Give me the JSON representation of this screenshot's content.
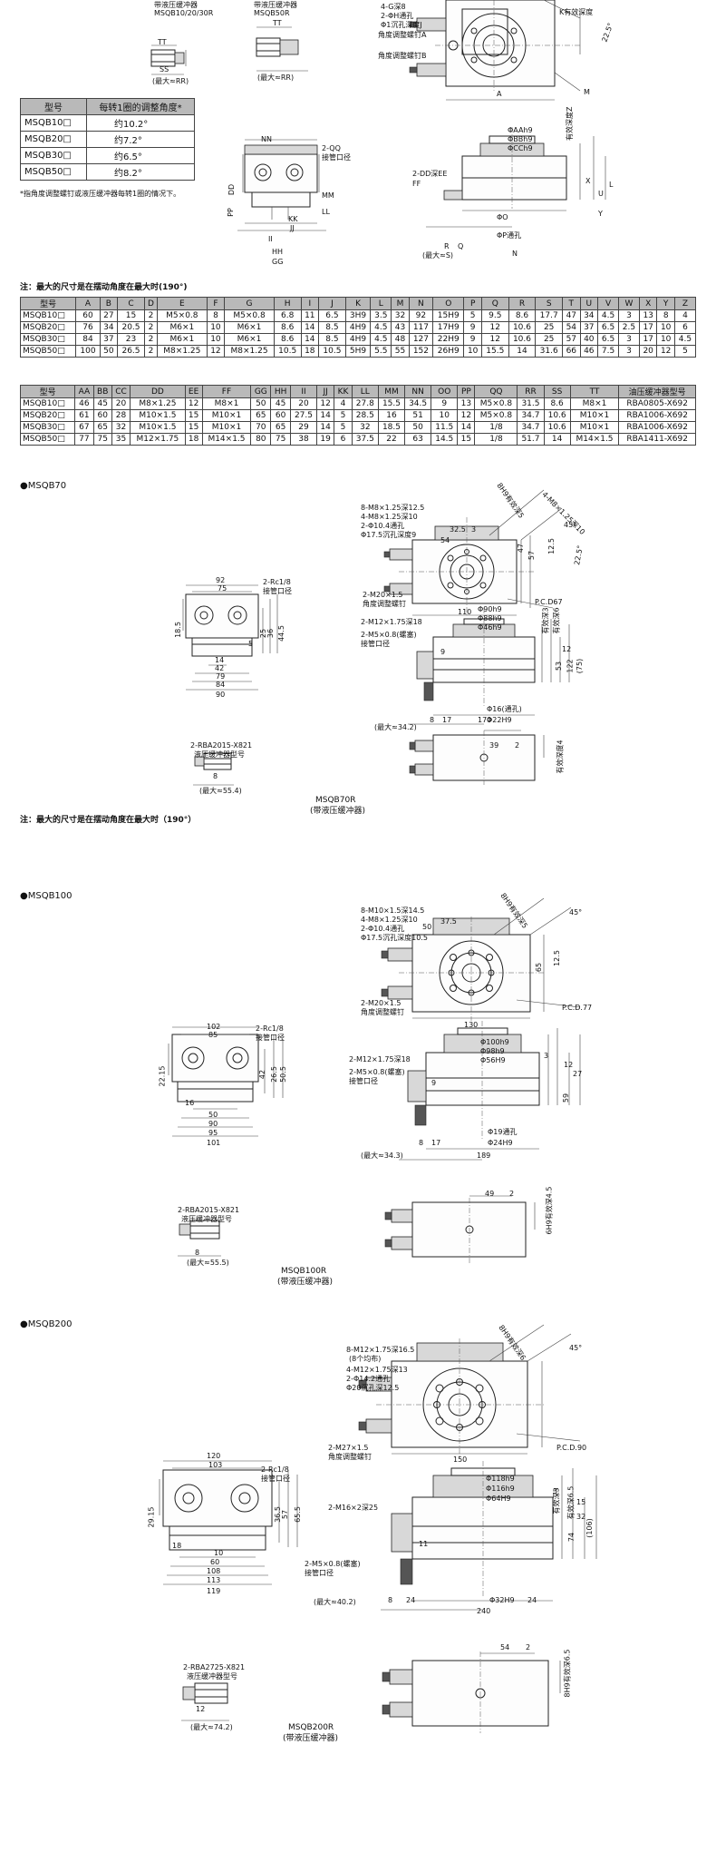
{
  "top": {
    "label_left_1": "带液压缓冲器",
    "label_left_2": "MSQB10/20/30R",
    "label_mid_1": "带液压缓冲器",
    "label_mid_2": "MSQB50R",
    "tt_left": "TT",
    "tt_mid": "TT",
    "max_rr_left": "(最大≈RR)",
    "max_rr_mid": "(最大≈RR)",
    "ss": "SS",
    "k_label": "K有效深度",
    "dia_h": "2-ΦH通孔",
    "dia_i": "Φ1沉孔深度J",
    "adj_bolt": "角度调整螺钉A",
    "adj_bolt2": "角度调整螺钉B",
    "angle": "22.5°",
    "dim_a": "A",
    "dim_m": "M",
    "dim_g": "4-G深8"
  },
  "adjust_table": {
    "headers": [
      "型号",
      "每转1圈的调整角度*"
    ],
    "rows": [
      [
        "MSQB10□",
        "约10.2°"
      ],
      [
        "MSQB20□",
        "约7.2°"
      ],
      [
        "MSQB30□",
        "约6.5°"
      ],
      [
        "MSQB50□",
        "约8.2°"
      ]
    ],
    "note": "*指角度调整螺钉或液压缓冲器每转1圈的情况下。"
  },
  "mid_drawing": {
    "nn": "NN",
    "qq": "2-QQ",
    "pipe": "接管口径",
    "mm": "MM",
    "ll": "LL",
    "kk": "KK",
    "jj": "JJ",
    "ii": "II",
    "hh": "HH",
    "gg": "GG",
    "dd": "DD",
    "pp": "PP",
    "aa": "ΦAAh9",
    "bb": "ΦBBh9",
    "cc": "ΦCCh9",
    "dd_depth": "2-DD深EE",
    "ff": "FF",
    "o": "ΦO",
    "p": "ΦP通孔",
    "r": "R",
    "q": "Q",
    "n": "N",
    "s": "(最大≈S)",
    "valid_depth": "有效深度Z",
    "x": "X",
    "u": "U",
    "l": "L",
    "y": "Y"
  },
  "note1": "注：最大的尺寸是在摆动角度在最大时(190°)",
  "table1": {
    "headers": [
      "型号",
      "A",
      "B",
      "C",
      "D",
      "E",
      "F",
      "G",
      "H",
      "I",
      "J",
      "K",
      "L",
      "M",
      "N",
      "O",
      "P",
      "Q",
      "R",
      "S",
      "T",
      "U",
      "V",
      "W",
      "X",
      "Y",
      "Z"
    ],
    "rows": [
      [
        "MSQB10□",
        "60",
        "27",
        "15",
        "2",
        "M5×0.8",
        "8",
        "M5×0.8",
        "6.8",
        "11",
        "6.5",
        "3H9",
        "3.5",
        "32",
        "92",
        "15H9",
        "5",
        "9.5",
        "8.6",
        "17.7",
        "47",
        "34",
        "4.5",
        "3",
        "13",
        "8",
        "4"
      ],
      [
        "MSQB20□",
        "76",
        "34",
        "20.5",
        "2",
        "M6×1",
        "10",
        "M6×1",
        "8.6",
        "14",
        "8.5",
        "4H9",
        "4.5",
        "43",
        "117",
        "17H9",
        "9",
        "12",
        "10.6",
        "25",
        "54",
        "37",
        "6.5",
        "2.5",
        "17",
        "10",
        "6"
      ],
      [
        "MSQB30□",
        "84",
        "37",
        "23",
        "2",
        "M6×1",
        "10",
        "M6×1",
        "8.6",
        "14",
        "8.5",
        "4H9",
        "4.5",
        "48",
        "127",
        "22H9",
        "9",
        "12",
        "10.6",
        "25",
        "57",
        "40",
        "6.5",
        "3",
        "17",
        "10",
        "4.5"
      ],
      [
        "MSQB50□",
        "100",
        "50",
        "26.5",
        "2",
        "M8×1.25",
        "12",
        "M8×1.25",
        "10.5",
        "18",
        "10.5",
        "5H9",
        "5.5",
        "55",
        "152",
        "26H9",
        "10",
        "15.5",
        "14",
        "31.6",
        "66",
        "46",
        "7.5",
        "3",
        "20",
        "12",
        "5"
      ]
    ]
  },
  "table2": {
    "headers": [
      "型号",
      "AA",
      "BB",
      "CC",
      "DD",
      "EE",
      "FF",
      "GG",
      "HH",
      "II",
      "JJ",
      "KK",
      "LL",
      "MM",
      "NN",
      "OO",
      "PP",
      "QQ",
      "RR",
      "SS",
      "TT",
      "油压缓冲器型号"
    ],
    "rows": [
      [
        "MSQB10□",
        "46",
        "45",
        "20",
        "M8×1.25",
        "12",
        "M8×1",
        "50",
        "45",
        "20",
        "12",
        "4",
        "27.8",
        "15.5",
        "34.5",
        "9",
        "13",
        "M5×0.8",
        "31.5",
        "8.6",
        "M8×1",
        "RBA0805-X692"
      ],
      [
        "MSQB20□",
        "61",
        "60",
        "28",
        "M10×1.5",
        "15",
        "M10×1",
        "65",
        "60",
        "27.5",
        "14",
        "5",
        "28.5",
        "16",
        "51",
        "10",
        "12",
        "M5×0.8",
        "34.7",
        "10.6",
        "M10×1",
        "RBA1006-X692"
      ],
      [
        "MSQB30□",
        "67",
        "65",
        "32",
        "M10×1.5",
        "15",
        "M10×1",
        "70",
        "65",
        "29",
        "14",
        "5",
        "32",
        "18.5",
        "50",
        "11.5",
        "14",
        "1/8",
        "34.7",
        "10.6",
        "M10×1",
        "RBA1006-X692"
      ],
      [
        "MSQB50□",
        "77",
        "75",
        "35",
        "M12×1.75",
        "18",
        "M14×1.5",
        "80",
        "75",
        "38",
        "19",
        "6",
        "37.5",
        "22",
        "63",
        "14.5",
        "15",
        "1/8",
        "51.7",
        "14",
        "M14×1.5",
        "RBA1411-X692"
      ]
    ]
  },
  "msqb70": {
    "title": "●MSQB70",
    "h1": "8-M8×1.25深12.5",
    "h2": "4-M8×1.25深10",
    "h3": "2-Φ10.4通孔",
    "h4": "Φ17.5沉孔深度9",
    "valid1": "8H9有效深5",
    "valid2": "4-M8×1.25深10",
    "a45": "45°",
    "a225": "22.5°",
    "pcd": "P.C.D67",
    "m20": "2-M20×1.5",
    "adj": "角度调整螺钉",
    "w110": "110",
    "n54": "54",
    "n47": "47",
    "n57": "57",
    "n12": "12.5",
    "n32": "32.5",
    "n3": "3",
    "n92": "92",
    "n75": "75",
    "rc": "2-Rc1/8",
    "pipe": "接管口径",
    "n14": "14",
    "n42": "42",
    "n79": "79",
    "n84": "84",
    "n90": "90",
    "n15": "18.5",
    "n25": "25",
    "n36": "36",
    "n445": "44.5",
    "n5": "5",
    "m12": "2-M12×1.75深18",
    "m5": "2-M5×0.8(螺塞)",
    "pipe2": "接管口径",
    "d90": "Φ90h9",
    "d88": "Φ88h9",
    "d46": "Φ46h9",
    "d16": "Φ16(通孔)",
    "d22": "Φ22H9",
    "vd": "有效深3",
    "vd2": "有效深6",
    "n9": "9",
    "n8": "8",
    "n17": "17",
    "n170": "170",
    "max34": "(最大≈34.2)",
    "n53": "53",
    "n122": "122",
    "n75b": "(75)",
    "n12b": "12",
    "rba": "2-RBA2015-X821",
    "rba_label": "液压缓冲器型号",
    "max554": "(最大≈55.4)",
    "n8b": "8",
    "n39": "39",
    "n2": "2",
    "vd3": "有效深度4",
    "model": "MSQB70R",
    "sub": "(带液压缓冲器)",
    "note": "注：最大的尺寸是在摆动角度在最大时（190°）"
  },
  "msqb100": {
    "title": "●MSQB100",
    "h1": "8-M10×1.5深14.5",
    "h2": "4-M8×1.25深10",
    "h3": "2-Φ10.4通孔",
    "h4": "Φ17.5沉孔深度10.5",
    "valid1": "8H9有效深5",
    "pcd": "P.C.D.77",
    "m20": "2-M20×1.5",
    "adj": "角度调整螺钉",
    "w130": "130",
    "n50": "50",
    "n375": "37.5",
    "n65": "65",
    "n125": "12.5",
    "a45": "45°",
    "n102": "102",
    "n85": "85",
    "rc": "2-Rc1/8",
    "pipe": "接管口径",
    "n2215": "22.15",
    "n16": "16",
    "n50b": "50",
    "n90": "90",
    "n95": "95",
    "n101": "101",
    "n42": "42",
    "n265": "26.5",
    "n505": "50.5",
    "m12": "2-M12×1.75深18",
    "m5": "2-M5×0.8(螺塞)",
    "pipe2": "接管口径",
    "d100": "Φ100h9",
    "d98": "Φ98h9",
    "d56": "Φ56H9",
    "d19": "Φ19通孔",
    "d24": "Φ24H9",
    "n9": "9",
    "n8": "8",
    "n17": "17",
    "n189": "189",
    "n12": "12",
    "n27": "27",
    "n59": "59",
    "n3": "3",
    "max343": "(最大≈34.3)",
    "rba": "2-RBA2015-X821",
    "rba_label": "液压缓冲器型号",
    "max555": "(最大≈55.5)",
    "n8b": "8",
    "n49": "49",
    "n2": "2",
    "vd": "6H9有效深4.5",
    "model": "MSQB100R",
    "sub": "(带液压缓冲器)"
  },
  "msqb200": {
    "title": "●MSQB200",
    "h1": "8-M12×1.75深16.5",
    "h1b": "(8个均布)",
    "h2": "4-M12×1.75深13",
    "h3": "2-Φ14.2通孔",
    "h4": "Φ20沉孔深12.5",
    "valid1": "8H9有效深6",
    "pcd": "P.C.D.90",
    "m27": "2-M27×1.5",
    "adj": "角度调整螺钉",
    "w150": "150",
    "a45": "45°",
    "n120": "120",
    "n103": "103",
    "rc": "2-Rc1/8",
    "pipe": "接管口径",
    "n2915": "29.15",
    "n18": "18",
    "n10": "10",
    "n60": "60",
    "n108": "108",
    "n113": "113",
    "n119": "119",
    "n365": "36.5",
    "n57": "57",
    "n655": "65.5",
    "m16": "2-M16×2深25",
    "m5": "2-M5×0.8(螺塞)",
    "pipe2": "接管口径",
    "d118": "Φ118h9",
    "d116": "Φ116h9",
    "d64": "Φ64H9",
    "d32": "Φ32H9",
    "n11": "11",
    "n8": "8",
    "n24": "24",
    "n240": "240",
    "n15": "15",
    "n32": "32",
    "n74": "74",
    "n106": "(106)",
    "n3": "3",
    "vd": "有效深3",
    "vd2": "有效深6.5",
    "max402": "(最大≈40.2)",
    "rba": "2-RBA2725-X821",
    "rba_label": "液压缓冲器型号",
    "max742": "(最大≈74.2)",
    "n12": "12",
    "n54": "54",
    "n2": "2",
    "vd3": "8H9有效深6.5",
    "model": "MSQB200R",
    "sub": "(带液压缓冲器)"
  }
}
